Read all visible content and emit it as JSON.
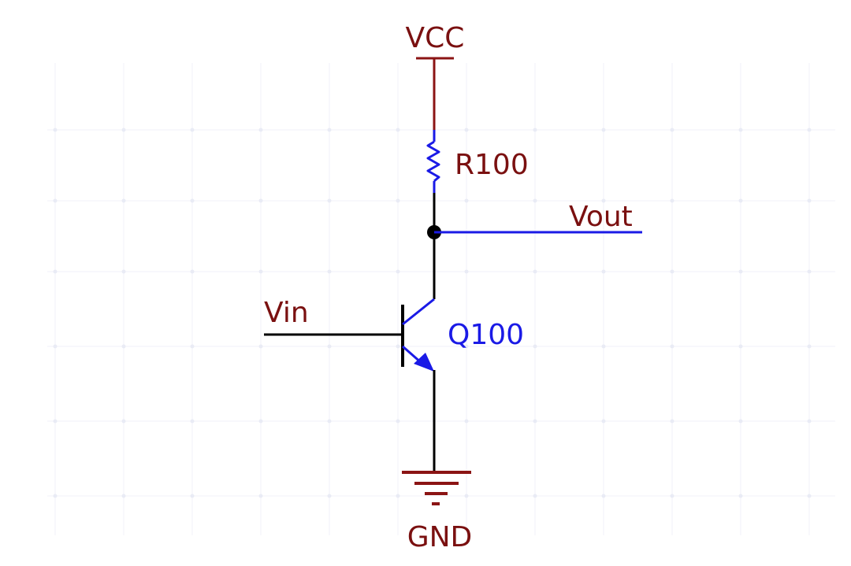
{
  "colors": {
    "power": "#8b1414",
    "component": "#1a1ae6",
    "wire": "#000000",
    "label_net": "#7a1010",
    "label_part": "#1a1ae6",
    "grid": "#f1f2f8"
  },
  "nets": {
    "vcc": "VCC",
    "gnd": "GND",
    "vin": "Vin",
    "vout": "Vout"
  },
  "components": {
    "resistor": {
      "ref": "R100",
      "icon": "resistor-symbol"
    },
    "transistor": {
      "ref": "Q100",
      "icon": "npn-transistor-symbol"
    }
  },
  "symbols": {
    "power": "vcc-bar-icon",
    "ground": "ground-icon",
    "junction": "junction-dot-icon"
  }
}
